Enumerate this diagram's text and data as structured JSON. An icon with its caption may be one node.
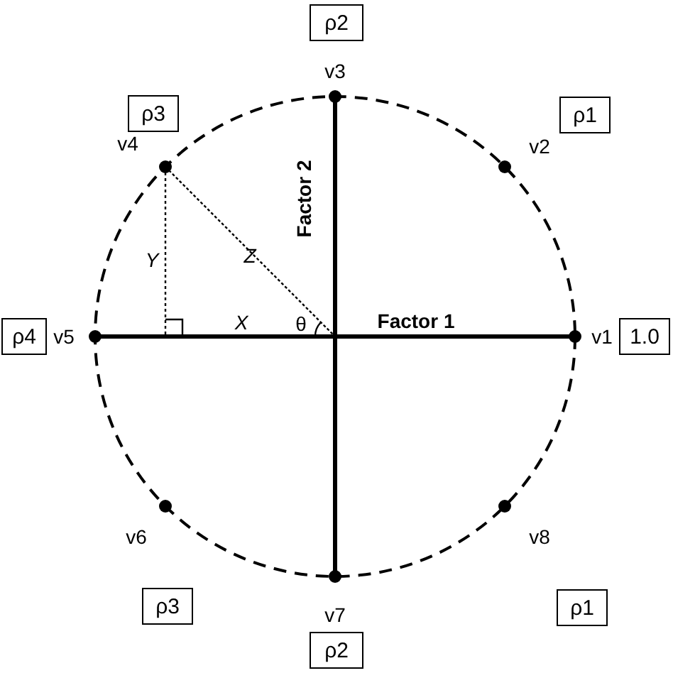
{
  "diagram": {
    "nodes": [
      {
        "text": [
          "ρ2"
        ]
      },
      {
        "text": [
          "ρ3"
        ]
      },
      {
        "text": [
          "ρ1"
        ]
      },
      {
        "text": [
          "ρ4"
        ]
      },
      {
        "text": [
          "1.0"
        ]
      },
      {
        "text": [
          "ρ3"
        ]
      },
      {
        "text": [
          "ρ1"
        ]
      },
      {
        "text": [
          "ρ2"
        ]
      }
    ],
    "labels": [
      "v3",
      "v2",
      "v4",
      "Z",
      "Y",
      "Factor 2",
      "θ",
      "X",
      "Factor 1",
      "v5",
      "v1",
      "v6",
      "v8",
      "v7"
    ]
  }
}
